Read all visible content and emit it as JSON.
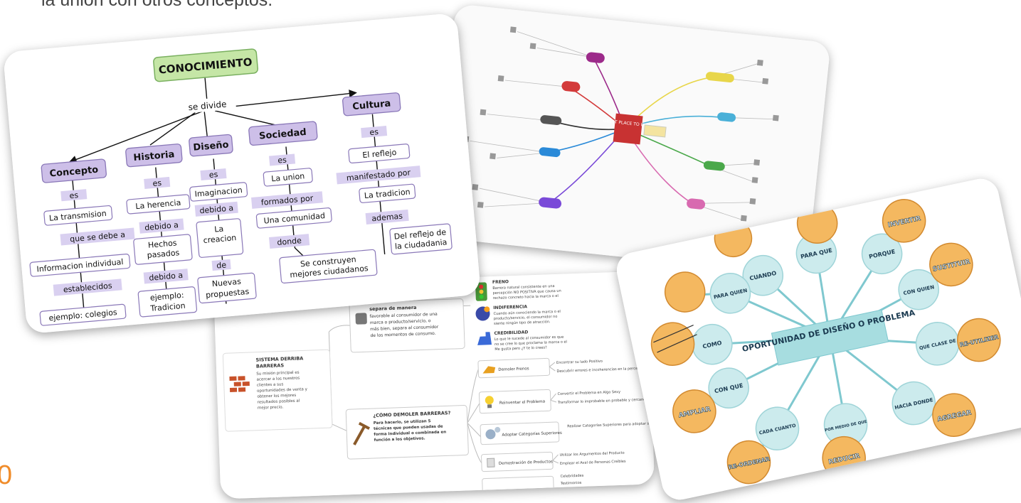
{
  "caption": "la unión con otros conceptos.",
  "page_mark": "0",
  "colors": {
    "accent": "#f08c2a",
    "concept_title": "#c5e6a6",
    "concept_box": "#cdbfe8",
    "concept_connector": "#d9d0f0",
    "opportunity_center": "#a7dde0",
    "opportunity_circle": "#ccebed",
    "opportunity_orange": "#f4b860"
  },
  "concept_map": {
    "title": "CONOCIMIENTO",
    "divider": "se divide",
    "branches": [
      {
        "category": "Concepto",
        "nodes": [
          "es",
          "La transmision",
          "que se debe a",
          "Informacion individual",
          "establecidos",
          "ejemplo: colegios"
        ]
      },
      {
        "category": "Historia",
        "nodes": [
          "es",
          "La herencia",
          "debido a",
          "Hechos pasados",
          "debido a",
          "ejemplo: Tradicion"
        ]
      },
      {
        "category": "Diseño",
        "nodes": [
          "es",
          "Imaginacion",
          "debido a",
          "La creacion",
          "de",
          "Nuevas propuestas"
        ]
      },
      {
        "category": "Sociedad",
        "nodes": [
          "es",
          "La union",
          "formados por",
          "Una comunidad",
          "donde",
          "Se construyen mejores ciudadanos"
        ]
      },
      {
        "category": "Cultura",
        "nodes": [
          "es",
          "El reflejo",
          "manifestado por",
          "La tradicion",
          "ademas",
          "Del reflejo de la ciudadania"
        ]
      }
    ]
  },
  "mind_map": {
    "center": "GREAT PLACE TO WORK",
    "branch_colors": [
      "#9c2a8a",
      "#d33a3a",
      "#e8d64a",
      "#4ab0d8",
      "#4aa84a",
      "#d86ab0",
      "#7a4ad8",
      "#2a8ad8"
    ]
  },
  "barriers": {
    "freno_title": "FRENO",
    "freno_text": "Barrera natural consistente en una percepción NO POSITIVA que causa un rechazo concreto hacia la marca o el producto/servicio.",
    "indiferencia_title": "INDIFERENCIA",
    "indiferencia_text": "Cuando aún conociendo la marca o el producto/servicio, el consumidor no siente ningún tipo de atracción.",
    "credibilidad_title": "CREDIBILIDAD",
    "credibilidad_text": "Lo que le sucede al consumidor es que no se cree lo que proclama la marca o el producto/servicio. Me gusta pero ¿Y te lo crees?",
    "separa_text": "separa de manera favorable al consumidor de una marca o producto/servicio, o más bien, separa al consumidor de los momentos de consumo.",
    "sistema_title": "SISTEMA DERRIBA BARRERAS",
    "sistema_text": "Su misión principal es acercar a los nuestros clientes a sus oportunidades de venta y obtener los mejores resultados posibles al mejor precio.",
    "como_title": "¿CÓMO DEMOLER BARRERAS?",
    "como_text": "Para hacerlo, se utilizan 5 técnicas que pueden usadas de forma individual o combinada en función a los objetivos.",
    "techniques": [
      {
        "label": "Demoler Frenos",
        "details": [
          "Encontrar su lado Positivo",
          "Descubrir errores e incoherencias en la percepción"
        ]
      },
      {
        "label": "Reinventar el Problema",
        "details": [
          "Convertir el Problema en Algo Sexy",
          "Transformar lo improbable en probable y cercano"
        ]
      },
      {
        "label": "Adoptar Categorías Superiores",
        "details": [
          "Realizar Categorías Superiores para adoptar sus beneficios o ilusiones de consumo."
        ]
      },
      {
        "label": "Demostración de Productos",
        "details": [
          "Utilizar los Argumentos del Producto",
          "Emplear el Aval de Personas Creíbles"
        ]
      },
      {
        "label": "",
        "details": [
          "Celebridades",
          "Testimonios"
        ]
      }
    ]
  },
  "opportunity": {
    "center": "OPORTUNIDAD DE DISEÑO O PROBLEMA",
    "questions": [
      "CUANDO",
      "PARA QUE",
      "PORQUE",
      "CON QUIEN",
      "QUE CLASE DE",
      "HACIA DONDE",
      "POR MEDIO DE QUE",
      "CADA CUANTO",
      "CON QUE",
      "COMO",
      "PARA QUIEN"
    ],
    "actions": [
      "INVERTIR",
      "SUSTITUIR",
      "RE-UTILIZER",
      "AGREGAR",
      "REDUCIR",
      "RE-ORDENAR",
      "AMPLIAR"
    ]
  }
}
